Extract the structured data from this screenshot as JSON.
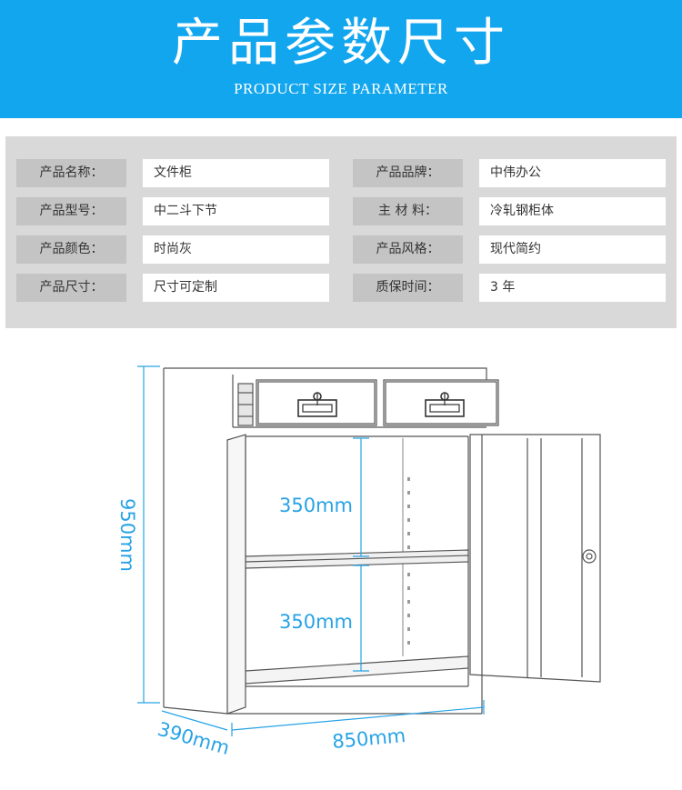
{
  "header": {
    "title": "产品参数尺寸",
    "subtitle": "PRODUCT SIZE PARAMETER"
  },
  "params": [
    {
      "label": "产品名称：",
      "value": "文件柜"
    },
    {
      "label": "产品品牌：",
      "value": "中伟办公"
    },
    {
      "label": "产品型号：",
      "value": "中二斗下节"
    },
    {
      "label": "主 材 料：",
      "value": "冷轧钢柜体"
    },
    {
      "label": "产品颜色：",
      "value": "时尚灰"
    },
    {
      "label": "产品风格：",
      "value": "现代简约"
    },
    {
      "label": "产品尺寸：",
      "value": "尺寸可定制"
    },
    {
      "label": "质保时间：",
      "value": "3 年"
    }
  ],
  "dimensions": {
    "height": "950mm",
    "depth": "390mm",
    "width": "850mm",
    "upper_compartment": "350mm",
    "lower_compartment": "350mm"
  },
  "colors": {
    "header_bg": "#12a6ef",
    "dimension_line": "#27a3e6",
    "panel_bg": "#d9d9d9",
    "label_bg": "#c4c4c4"
  },
  "icons": [
    "lock-icon",
    "drawer-handle-icon"
  ]
}
